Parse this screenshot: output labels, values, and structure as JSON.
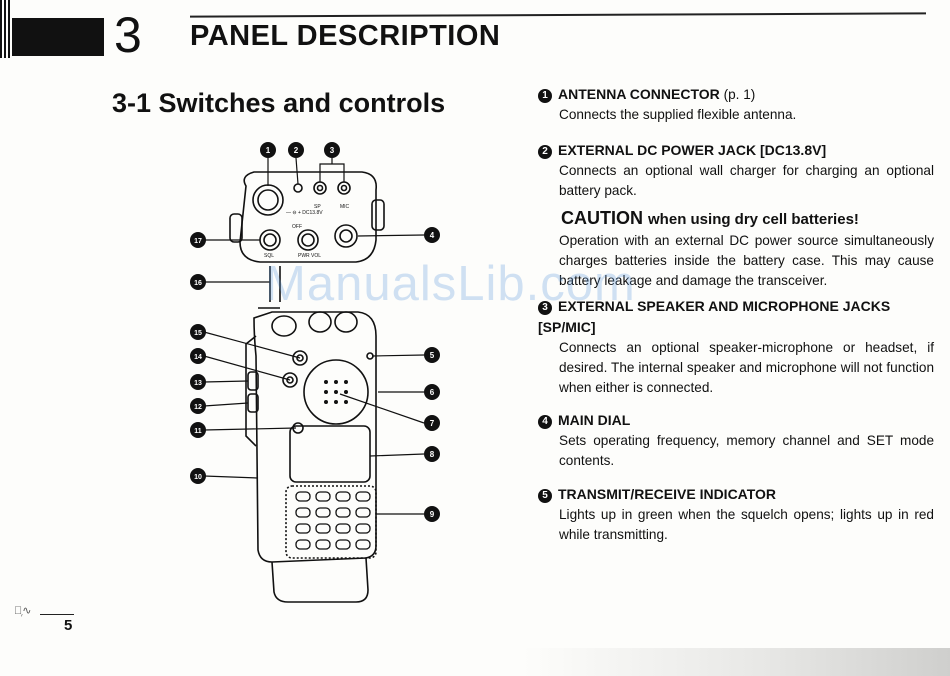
{
  "header": {
    "chapter_number": "3",
    "chapter_title": "PANEL DESCRIPTION"
  },
  "section": {
    "title": "3-1 Switches and controls"
  },
  "diagram": {
    "callouts": [
      "1",
      "2",
      "3",
      "4",
      "5",
      "6",
      "7",
      "8",
      "9",
      "10",
      "11",
      "12",
      "13",
      "14",
      "15",
      "16",
      "17"
    ],
    "panel_labels": {
      "dc": "— ⊖ + DC13.8V",
      "sp": "SP",
      "mic": "MIC",
      "sql": "SQL",
      "pwr_vol": "PWR VOL",
      "off": "OFF"
    }
  },
  "descriptions": [
    {
      "number": "1",
      "title": "ANTENNA CONNECTOR",
      "page_ref": "(p. 1)",
      "body": "Connects the supplied flexible antenna."
    },
    {
      "number": "2",
      "title": "EXTERNAL DC POWER JACK [DC13.8V]",
      "page_ref": "",
      "body": "Connects an optional wall charger for charging an optional battery pack."
    },
    {
      "number": "3",
      "title": "EXTERNAL SPEAKER AND MICROPHONE JACKS [SP/MIC]",
      "page_ref": "",
      "body": "Connects an optional speaker-microphone or headset, if desired.  The internal speaker and microphone will not function when either is connected."
    },
    {
      "number": "4",
      "title": "MAIN DIAL",
      "page_ref": "",
      "body": "Sets operating frequency, memory channel and SET mode contents."
    },
    {
      "number": "5",
      "title": "TRANSMIT/RECEIVE INDICATOR",
      "page_ref": "",
      "body": "Lights up in green when the squelch opens; lights up in red while transmitting."
    }
  ],
  "caution": {
    "title": "CAUTION",
    "subtitle": "when using dry cell batteries!",
    "body": "Operation with an external DC power source simultaneously charges batteries inside the battery case.  This may cause battery leakage and damage the transceiver."
  },
  "watermark": "ManualsLib.com",
  "footer": {
    "page_number": "5"
  }
}
